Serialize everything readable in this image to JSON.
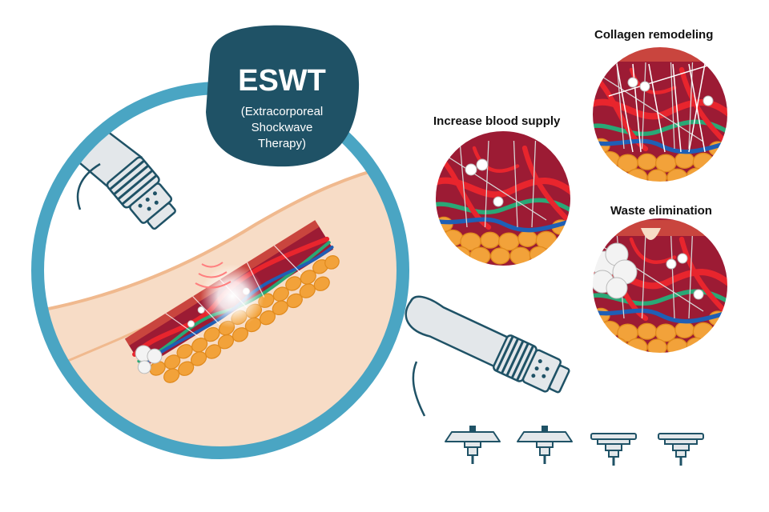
{
  "badge": {
    "title": "ESWT",
    "subtitle_lines": [
      "(Extracorporeal",
      "Shockwave",
      "Therapy)"
    ]
  },
  "labels": {
    "blood_supply": "Increase blood supply",
    "collagen": "Collagen remodeling",
    "waste": "Waste elimination"
  },
  "colors": {
    "teal_ring": "#4aa5c3",
    "badge_bg": "#1f5266",
    "skin": "#f7dcc6",
    "skin_line": "#f0b98e",
    "dermis": "#9c1b34",
    "blood_red": "#e8252d",
    "blue_vessel": "#1f5fb5",
    "green_vessel": "#2aa876",
    "fat": "#f2a23a",
    "device_body": "#e3e7ea",
    "device_dark": "#1f5266"
  },
  "icons": [
    "shockwave-applicator-icon",
    "shockwave-applicator-icon",
    "applicator-head-icon",
    "applicator-head-icon",
    "applicator-head-icon",
    "applicator-head-icon"
  ]
}
